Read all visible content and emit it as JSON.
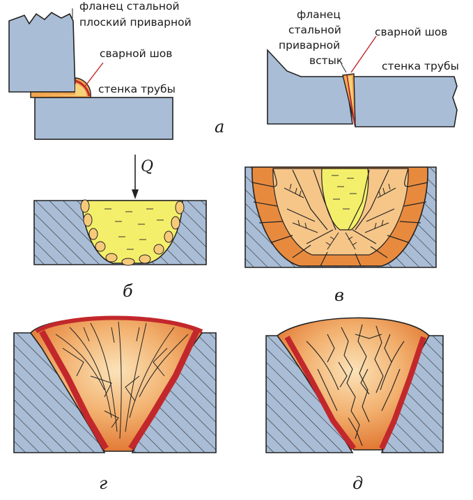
{
  "top_left": {
    "flange_label_line1": "фланец стальной",
    "flange_label_line2": "плоский приварной",
    "weld_label": "сварной шов",
    "pipe_label": "стенка трубы",
    "figure_letter": "а"
  },
  "top_right": {
    "flange_label_line1": "фланец",
    "flange_label_line2": "стальной",
    "flange_label_line3": "приварной",
    "flange_label_line4": "встык",
    "weld_label": "сварной шов",
    "pipe_label": "стенка трубы"
  },
  "stages": {
    "b_letter": "б",
    "b_force": "Q",
    "v_letter": "в",
    "g_letter": "г",
    "d_letter": "д"
  },
  "colors": {
    "metal": "#a9bdd6",
    "outline": "#222222",
    "molten": "#f4ef6a",
    "grain_light": "#f9d9a6",
    "grain_orange": "#f0a15a",
    "grain_dark": "#e0782f",
    "fusion_red": "#c2282b",
    "hatch": "#333333"
  }
}
